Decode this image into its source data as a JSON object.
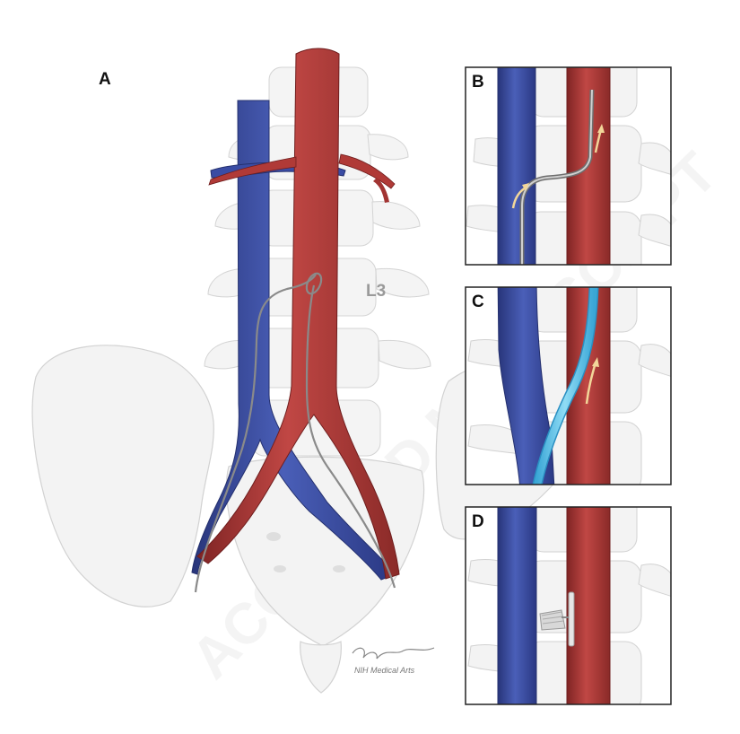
{
  "panels": {
    "a": {
      "label": "A"
    },
    "b": {
      "label": "B"
    },
    "c": {
      "label": "C"
    },
    "d": {
      "label": "D"
    }
  },
  "vertebra_label": "L3",
  "credit": "NIH Medical Arts",
  "watermark": "ACCEPTED MANUSCRIPT",
  "colors": {
    "vein": "#3b4ea6",
    "vein_dark": "#28357a",
    "artery": "#b03a37",
    "artery_dark": "#7f2424",
    "bone": "#f2f2f2",
    "bone_outline": "#cfcfcf",
    "catheter": "#5bc0e6",
    "wire": "#8a8a8a",
    "arrow": "#f4d9a0"
  }
}
